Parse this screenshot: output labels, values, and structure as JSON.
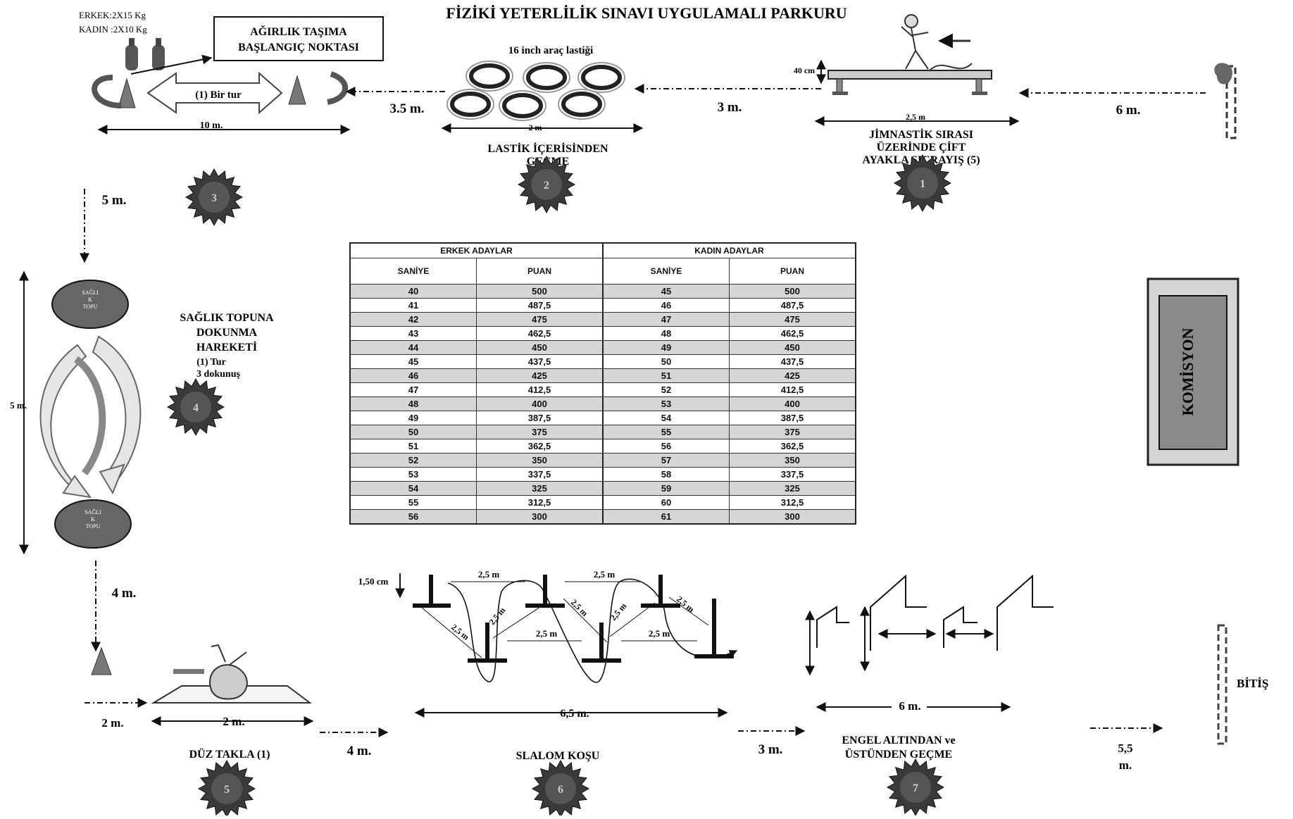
{
  "title": "FİZİKİ YETERLİLİK SINAVI UYGULAMALI PARKURU",
  "weights": {
    "male": "ERKEK:2X15 Kg",
    "female": "KADIN :2X10 Kg"
  },
  "start_box": {
    "line1": "AĞIRLIK TAŞIMA",
    "line2": "BAŞLANGIÇ NOKTASI"
  },
  "one_lap": "(1) Bir tur",
  "tire_caption": "16 inch araç lastiği",
  "bench_height": "40 cm",
  "distances": {
    "d10": "10 m.",
    "d3_5": "3.5 m.",
    "d2_tires": "2 m",
    "d3": "3 m.",
    "d2_5_bench": "2,5 m",
    "d6_top": "6 m.",
    "d5_side": "5 m.",
    "d5_vertical": "5 m.",
    "d4_side": "4 m.",
    "d2_left": "2 m.",
    "d2_mat": "2 m.",
    "d4_bottom": "4 m.",
    "d6_5": "6,5 m.",
    "d3_bottom": "3 m.",
    "d6_hurdles": "6 m.",
    "d5_5_line1": "5,5",
    "d5_5_line2": "m."
  },
  "stations": {
    "s1": {
      "number": "1",
      "line1": "JİMNASTİK SIRASI",
      "line2": "ÜZERİNDE ÇİFT",
      "line3": "AYAKLA SIÇRAYIŞ (5)"
    },
    "s2": {
      "number": "2",
      "line1": "LASTİK İÇERİSİNDEN",
      "line2": "GEÇME"
    },
    "s3": {
      "number": "3"
    },
    "s4": {
      "number": "4",
      "line1": "SAĞLIK TOPUNA",
      "line2": "DOKUNMA",
      "line3": "HAREKETİ",
      "line4": "(1)  Tur",
      "line5": "3 dokunuş"
    },
    "s5": {
      "number": "5",
      "label": "DÜZ TAKLA (1)"
    },
    "s6": {
      "number": "6",
      "label": "SLALOM KOŞU"
    },
    "s7": {
      "number": "7",
      "line1": "ENGEL ALTINDAN ve",
      "line2": "ÜSTÜNDEN GEÇME"
    }
  },
  "medicine_ball": {
    "line1": "SAĞLI",
    "line2": "K",
    "line3": "TOPU"
  },
  "slalom": {
    "pole_height": "1,50 cm",
    "gap": "2,5 m"
  },
  "commission": "KOMİSYON",
  "finish": "BİTİŞ",
  "table": {
    "group_male": "ERKEK ADAYLAR",
    "group_female": "KADIN ADAYLAR",
    "col_seconds": "SANİYE",
    "col_points": "PUAN",
    "rows": [
      [
        "40",
        "500",
        "45",
        "500"
      ],
      [
        "41",
        "487,5",
        "46",
        "487,5"
      ],
      [
        "42",
        "475",
        "47",
        "475"
      ],
      [
        "43",
        "462,5",
        "48",
        "462,5"
      ],
      [
        "44",
        "450",
        "49",
        "450"
      ],
      [
        "45",
        "437,5",
        "50",
        "437,5"
      ],
      [
        "46",
        "425",
        "51",
        "425"
      ],
      [
        "47",
        "412,5",
        "52",
        "412,5"
      ],
      [
        "48",
        "400",
        "53",
        "400"
      ],
      [
        "49",
        "387,5",
        "54",
        "387,5"
      ],
      [
        "50",
        "375",
        "55",
        "375"
      ],
      [
        "51",
        "362,5",
        "56",
        "362,5"
      ],
      [
        "52",
        "350",
        "57",
        "350"
      ],
      [
        "53",
        "337,5",
        "58",
        "337,5"
      ],
      [
        "54",
        "325",
        "59",
        "325"
      ],
      [
        "55",
        "312,5",
        "60",
        "312,5"
      ],
      [
        "56",
        "300",
        "61",
        "300"
      ]
    ]
  }
}
